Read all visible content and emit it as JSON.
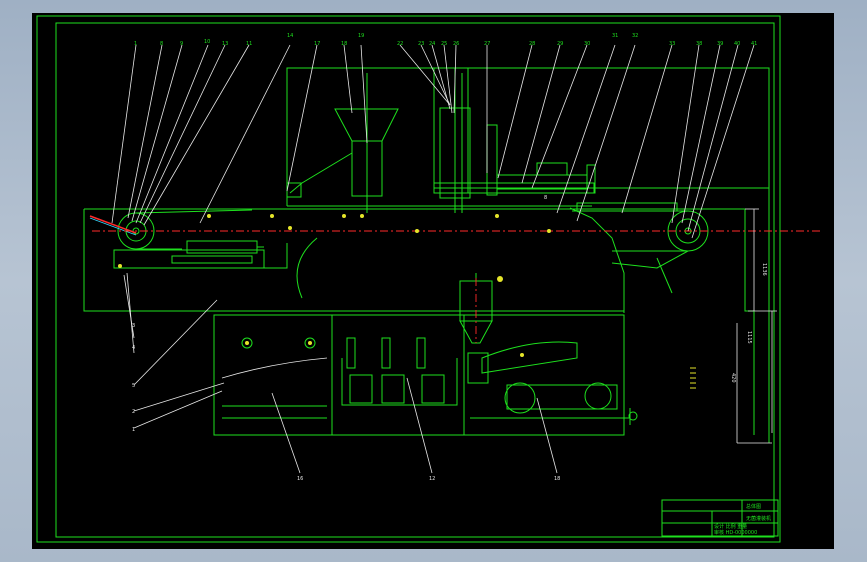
{
  "drawing": {
    "colors": {
      "background": "#000000",
      "outline": "#1ee01e",
      "leader": "#e8e8e8",
      "centerline": "#ff2a2a",
      "bolt": "#e5e52a",
      "accent": "#30d8ff"
    },
    "top_callouts": [
      "1",
      "8",
      "9",
      "10",
      "13",
      "11",
      "14",
      "17",
      "18",
      "19",
      "22",
      "23",
      "24",
      "25",
      "26",
      "27",
      "28",
      "29",
      "30",
      "31",
      "32",
      "33",
      "38",
      "39",
      "40",
      "41"
    ],
    "side_callouts": [
      "3",
      "4",
      "5",
      "2",
      "1"
    ],
    "bottom_callouts": [
      "16",
      "12",
      "18"
    ],
    "dimensions": [
      "1136",
      "1115",
      "420"
    ],
    "misc_label": "8"
  },
  "title_block": {
    "rows": [
      "总体图",
      "无菌灌装机",
      "设计 比例 重量",
      "审核 HD-0000000"
    ]
  }
}
